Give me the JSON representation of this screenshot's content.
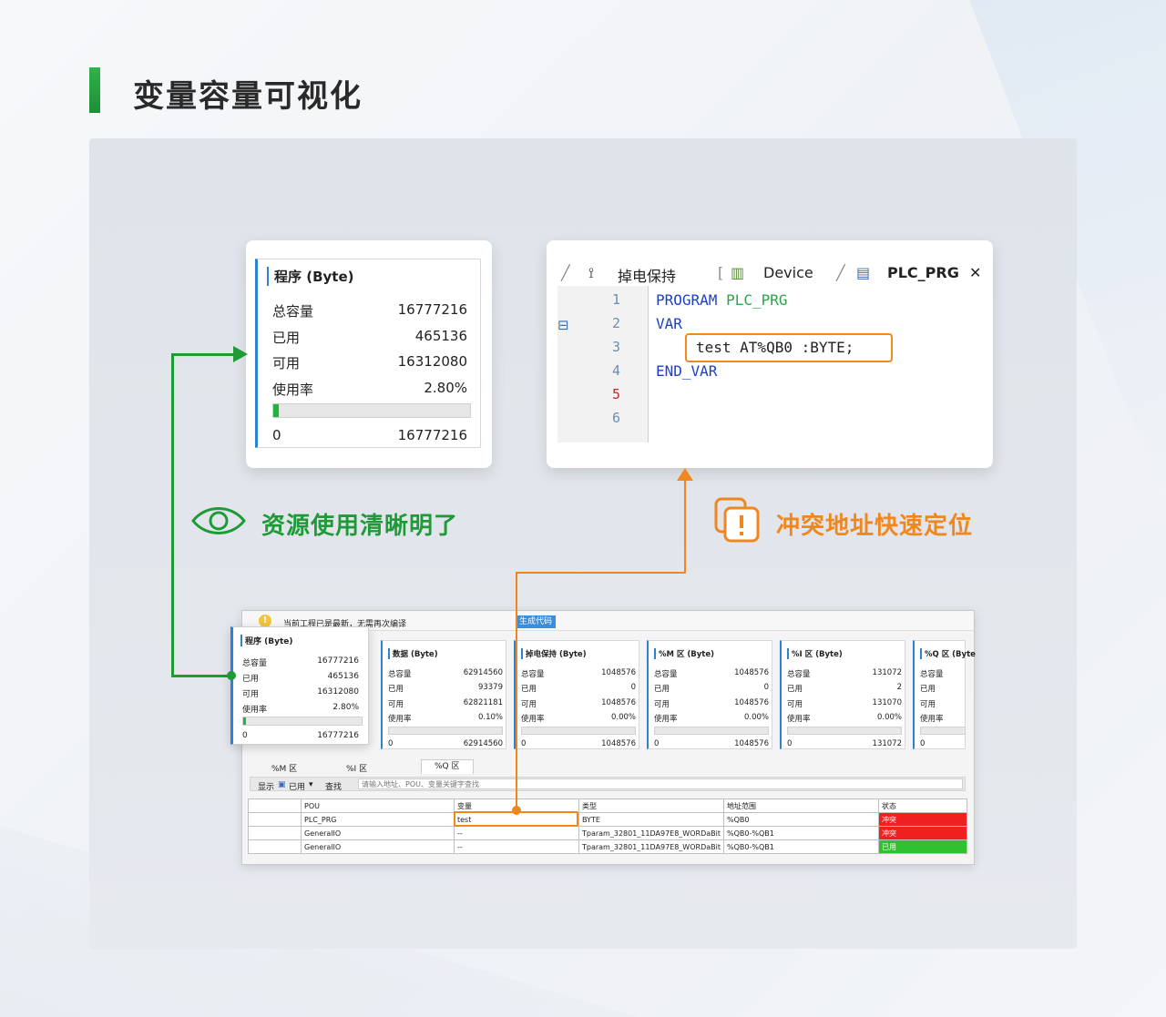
{
  "page": {
    "title": "变量容量可视化"
  },
  "program_card": {
    "title": "程序 (Byte)",
    "rows": [
      {
        "label": "总容量",
        "value": "16777216"
      },
      {
        "label": "已用",
        "value": "465136"
      },
      {
        "label": "可用",
        "value": "16312080"
      },
      {
        "label": "使用率",
        "value": "2.80%"
      }
    ],
    "usage_fraction": 0.028,
    "bar_min": "0",
    "bar_max": "16777216"
  },
  "code_card": {
    "tabs": [
      "掉电保持",
      "Device",
      "PLC_PRG"
    ],
    "close_glyph": "✕",
    "line_numbers": [
      "1",
      "2",
      "3",
      "4",
      "5",
      "6"
    ],
    "fold_glyph": "⊟",
    "lines": {
      "l1_kw": "PROGRAM",
      "l1_name": "PLC_PRG",
      "l2": "VAR",
      "l3": "test AT%QB0 :BYTE;",
      "l4": "END_VAR"
    }
  },
  "labels": {
    "left": "资源使用清晰明了",
    "right": "冲突地址快速定位"
  },
  "colors": {
    "green": "#1e9a36",
    "orange": "#f0871e",
    "accent_blue": "#2e82d6"
  },
  "screenshot": {
    "warning": "当前工程已是最新，无需再次编译",
    "generate_button": "生成代码",
    "popup": {
      "title": "程序 (Byte)",
      "rows": [
        {
          "label": "总容量",
          "value": "16777216"
        },
        {
          "label": "已用",
          "value": "465136"
        },
        {
          "label": "可用",
          "value": "16312080"
        },
        {
          "label": "使用率",
          "value": "2.80%"
        }
      ],
      "bar_min": "0",
      "bar_max": "16777216"
    },
    "areas": [
      {
        "title": "数据 (Byte)",
        "total": "62914560",
        "used": "93379",
        "free": "62821181",
        "rate": "0.10%",
        "min": "0",
        "max": "62914560"
      },
      {
        "title": "掉电保持 (Byte)",
        "total": "1048576",
        "used": "0",
        "free": "1048576",
        "rate": "0.00%",
        "min": "0",
        "max": "1048576"
      },
      {
        "title": "%M 区 (Byte)",
        "total": "1048576",
        "used": "0",
        "free": "1048576",
        "rate": "0.00%",
        "min": "0",
        "max": "1048576"
      },
      {
        "title": "%I 区 (Byte)",
        "total": "131072",
        "used": "2",
        "free": "131070",
        "rate": "0.00%",
        "min": "0",
        "max": "131072"
      },
      {
        "title": "%Q 区 (Byte",
        "total": "",
        "used": "",
        "free": "",
        "rate": "",
        "min": "0",
        "max": ""
      }
    ],
    "area_labels": {
      "total": "总容量",
      "used": "已用",
      "free": "可用",
      "rate": "使用率"
    },
    "subtabs": [
      "%M 区",
      "%I 区",
      "%Q 区"
    ],
    "toolbar": {
      "show": "显示",
      "filter": "已用",
      "find": "查找",
      "placeholder": "请输入地址、POU、变量关键字查找"
    },
    "table": {
      "headers": [
        "",
        "POU",
        "变量",
        "类型",
        "地址范围",
        "状态"
      ],
      "rows": [
        [
          "",
          "PLC_PRG",
          "test",
          "BYTE",
          "%QB0",
          "冲突"
        ],
        [
          "",
          "GeneralIO",
          "--",
          "Tparam_32801_11DA97E8_WORDaBit",
          "%QB0-%QB1",
          "冲突"
        ],
        [
          "",
          "GeneralIO",
          "--",
          "Tparam_32801_11DA97E8_WORDaBit",
          "%QB0-%QB1",
          "已用"
        ]
      ]
    }
  }
}
